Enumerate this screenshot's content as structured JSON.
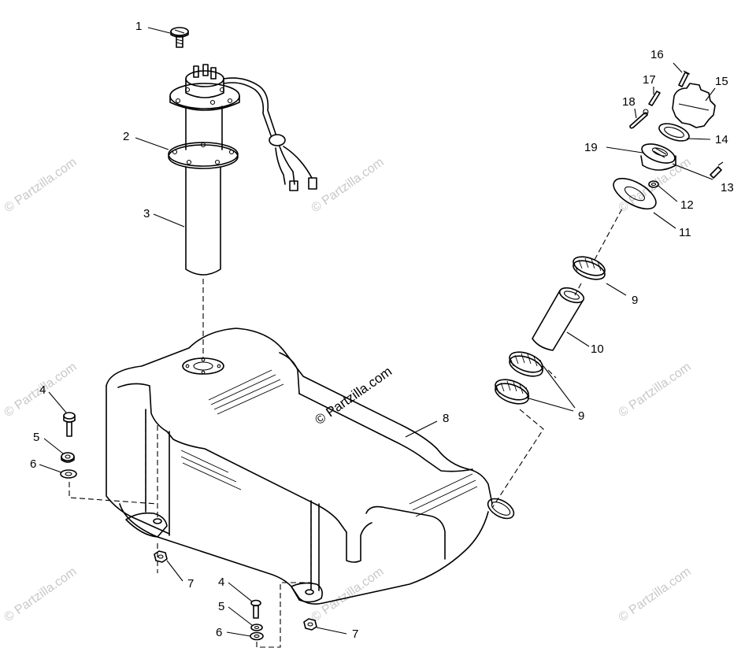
{
  "watermark": {
    "text": "© Partzilla.com"
  },
  "callouts": {
    "c1": "1",
    "c2": "2",
    "c3": "3",
    "c4": "4",
    "c4b": "4",
    "c5": "5",
    "c5b": "5",
    "c6": "6",
    "c6b": "6",
    "c7": "7",
    "c7b": "7",
    "c8": "8",
    "c9": "9",
    "c9b": "9",
    "c10": "10",
    "c11": "11",
    "c12": "12",
    "c13": "13",
    "c14": "14",
    "c15": "15",
    "c16": "16",
    "c17": "17",
    "c18": "18",
    "c19": "19"
  }
}
